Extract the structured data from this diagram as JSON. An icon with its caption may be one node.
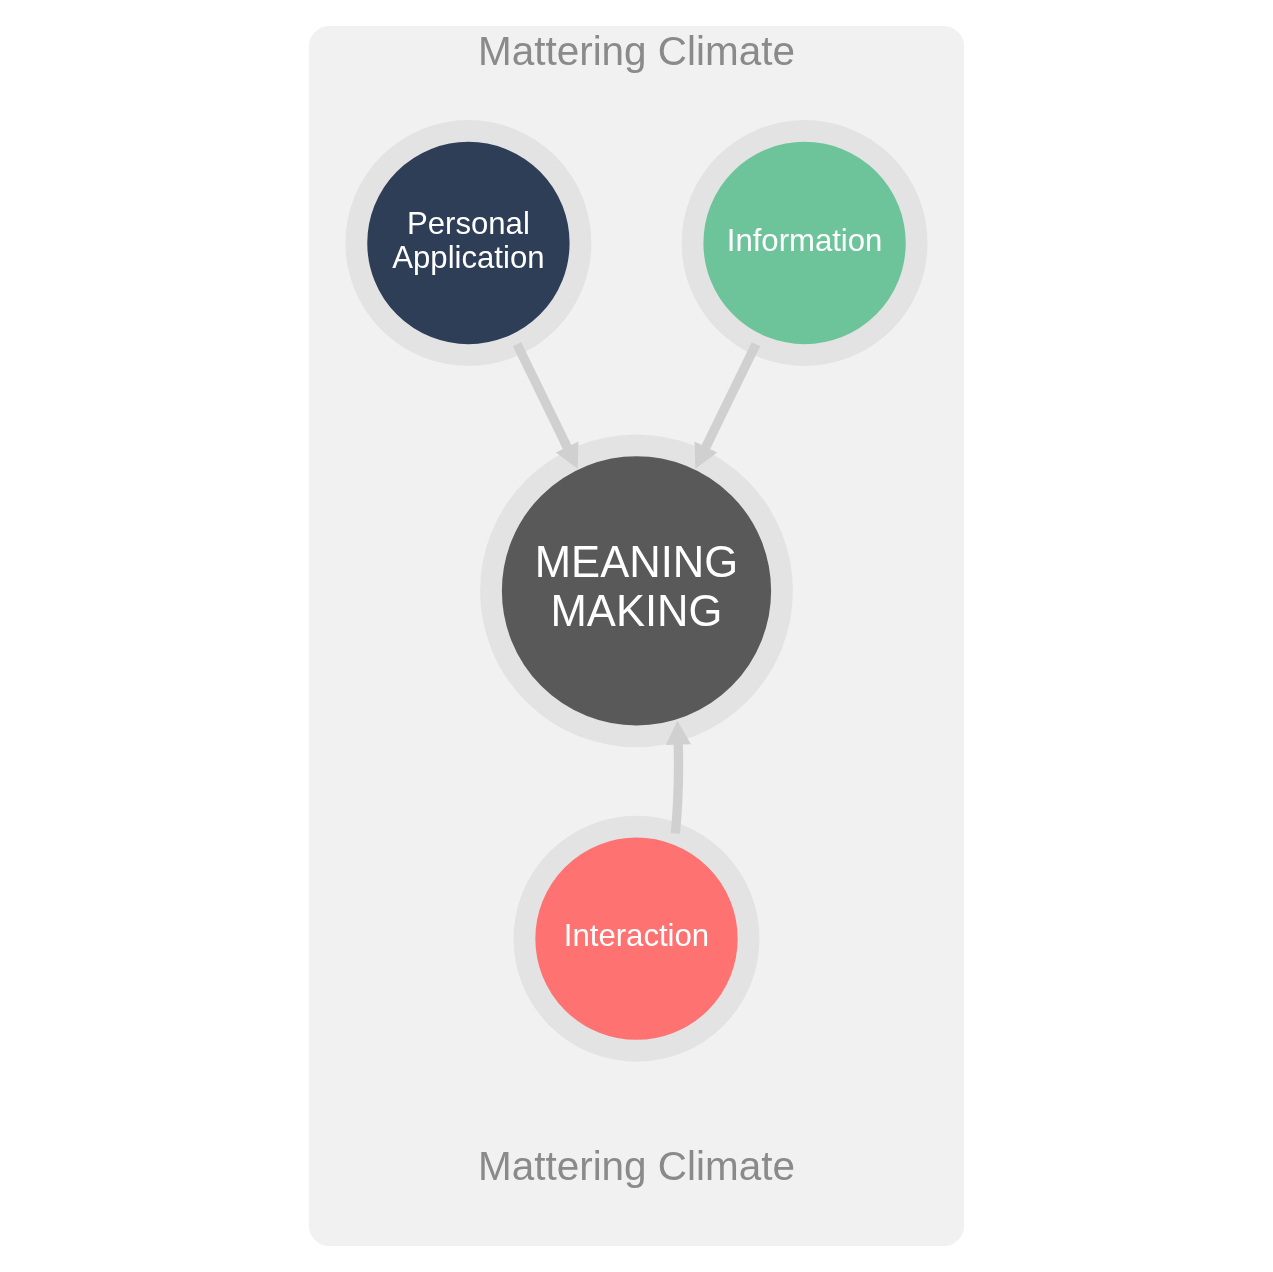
{
  "diagram": {
    "nodes": [
      {
        "text": [
          "Mattering Climate",
          "Mattering Climate"
        ]
      },
      {
        "text": [
          "MEANING MAKING"
        ],
        "in": 0
      },
      {
        "text": [
          "Information"
        ],
        "in": 0
      },
      {
        "text": [
          "Personal Application"
        ],
        "in": 0
      },
      {
        "text": [
          "Interaction"
        ],
        "in": 0
      }
    ],
    "edges": [
      {
        "from": 2,
        "to": 1,
        "arrow": "to"
      },
      {
        "from": 3,
        "to": 1,
        "arrow": "to"
      },
      {
        "from": 4,
        "to": 1,
        "arrow": "to"
      }
    ]
  }
}
